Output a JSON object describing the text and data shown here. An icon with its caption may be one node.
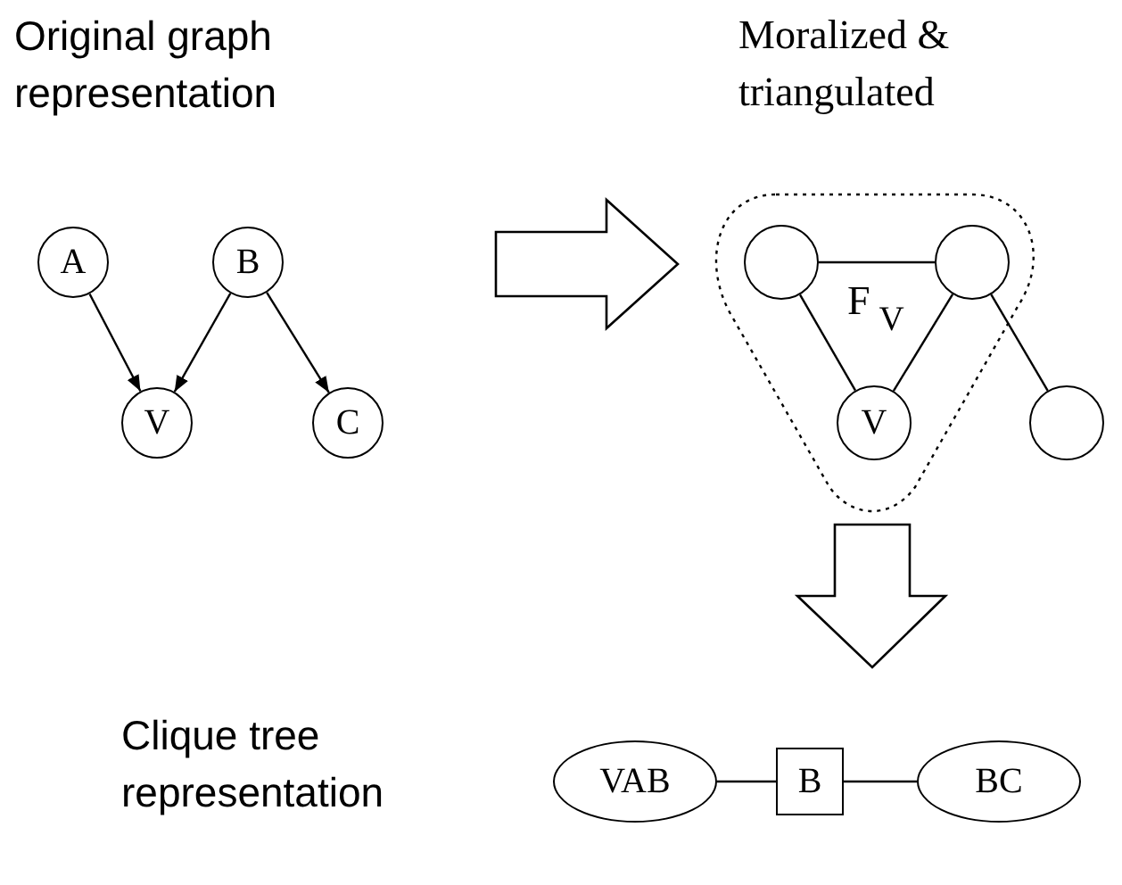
{
  "diagram": {
    "nodes": [
      {
        "text": [
          "A"
        ]
      },
      {
        "text": [
          "B"
        ]
      },
      {
        "text": [
          "V"
        ]
      },
      {
        "text": [
          "C"
        ]
      },
      {
        "text": [
          "F$_{V}$"
        ]
      },
      {
        "text": [],
        "shape": "circle",
        "in": 4
      },
      {
        "text": [],
        "shape": "circle",
        "in": 4
      },
      {
        "text": [
          "V"
        ],
        "in": 4
      },
      {
        "text": [],
        "shape": "circle"
      },
      {
        "text": [
          "VAB"
        ]
      },
      {
        "text": [
          "B"
        ]
      },
      {
        "text": [
          "BC"
        ]
      }
    ],
    "edges": [
      {
        "from": 0,
        "to": 2,
        "arrow": "to"
      },
      {
        "from": 1,
        "to": 2,
        "arrow": "to"
      },
      {
        "from": 1,
        "to": 3,
        "arrow": "to"
      },
      {
        "from": 5,
        "to": 6,
        "arrow": "none"
      },
      {
        "from": 5,
        "to": 7,
        "arrow": "none"
      },
      {
        "from": 6,
        "to": 7,
        "arrow": "none"
      },
      {
        "from": 6,
        "to": 8,
        "arrow": "none"
      },
      {
        "from": 9,
        "to": 10,
        "arrow": "none"
      },
      {
        "from": 10,
        "to": 11,
        "arrow": "none"
      },
      {
        "from": null,
        "to": 4,
        "arrow": "to",
        "style": "thick"
      },
      {
        "from": 4,
        "to": 10,
        "arrow": "to",
        "style": "thick"
      }
    ],
    "labels": [
      "Original graph representation",
      "Moralized & triangulated",
      "Clique tree representation"
    ]
  }
}
